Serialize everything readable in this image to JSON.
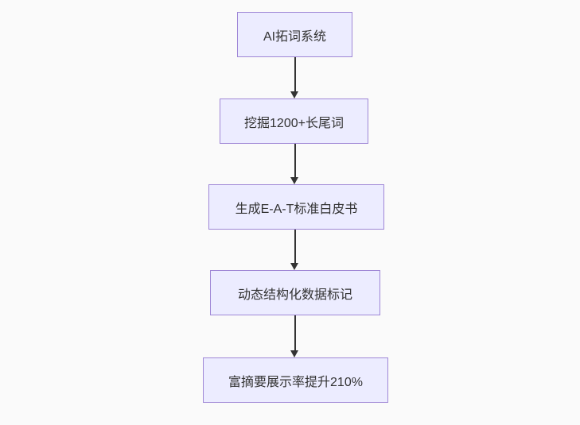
{
  "diagram": {
    "type": "flowchart",
    "direction": "top-down",
    "nodes": [
      {
        "id": "A",
        "label": "AI拓词系统"
      },
      {
        "id": "B",
        "label": "挖掘1200+长尾词"
      },
      {
        "id": "C",
        "label": "生成E-A-T标准白皮书"
      },
      {
        "id": "D",
        "label": "动态结构化数据标记"
      },
      {
        "id": "E",
        "label": "富摘要展示率提升210%"
      }
    ],
    "edges": [
      {
        "from": "A",
        "to": "B"
      },
      {
        "from": "B",
        "to": "C"
      },
      {
        "from": "C",
        "to": "D"
      },
      {
        "from": "D",
        "to": "E"
      }
    ],
    "colors": {
      "background": "#FAFAFA",
      "node_fill": "#ECECFF",
      "node_border": "#9F87D6",
      "arrow": "#333333",
      "text": "#333333"
    }
  }
}
